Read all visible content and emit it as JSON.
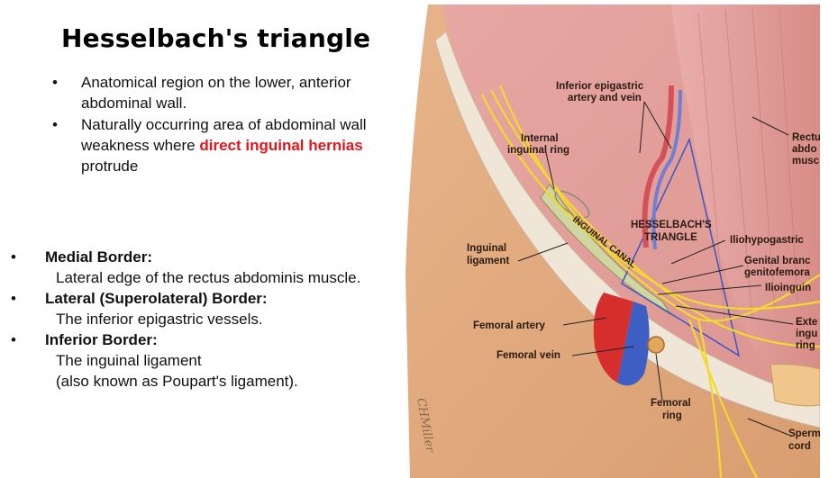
{
  "title": "Hesselbach's triangle",
  "bullet_char": "•",
  "intro": {
    "item1": "Anatomical region on the lower, anterior abdominal wall.",
    "item2_pre": "Naturally occurring area of abdominal wall weakness where ",
    "item2_red": "direct inguinal hernias",
    "item2_post": " protrude"
  },
  "borders": {
    "medial_head": "Medial Border:",
    "medial_desc": "Lateral edge of the rectus abdominis muscle.",
    "lateral_head": "Lateral (Superolateral) Border:",
    "lateral_desc": "The inferior epigastric vessels.",
    "inferior_head": "Inferior Border:",
    "inferior_desc1": "The inguinal ligament",
    "inferior_desc2": "(also known as Poupart's ligament)."
  },
  "figure": {
    "labels": {
      "epigastric1": "Inferior epigastric",
      "epigastric2": "artery and vein",
      "ring1": "Internal",
      "ring2": "inguinal ring",
      "rectus1": "Rectu",
      "rectus2": "abdo",
      "rectus3": "musc",
      "hesselbach1": "HESSELBACH'S",
      "hesselbach2": "TRIANGLE",
      "canal": "INGUINAL CANAL",
      "iliohypo": "Iliohypogastric",
      "genital1": "Genital branc",
      "genital2": "genitofemora",
      "ilioinguinal": "Ilioinguin",
      "ligament1": "Inguinal",
      "ligament2": "ligament",
      "artery": "Femoral artery",
      "vein": "Femoral vein",
      "ext1": "Exte",
      "ext2": "ingu",
      "ext3": "ring",
      "femring1": "Femoral",
      "femring2": "ring",
      "sperm1": "Sperm",
      "sperm2": "cord",
      "signature": "CHMiller"
    }
  }
}
